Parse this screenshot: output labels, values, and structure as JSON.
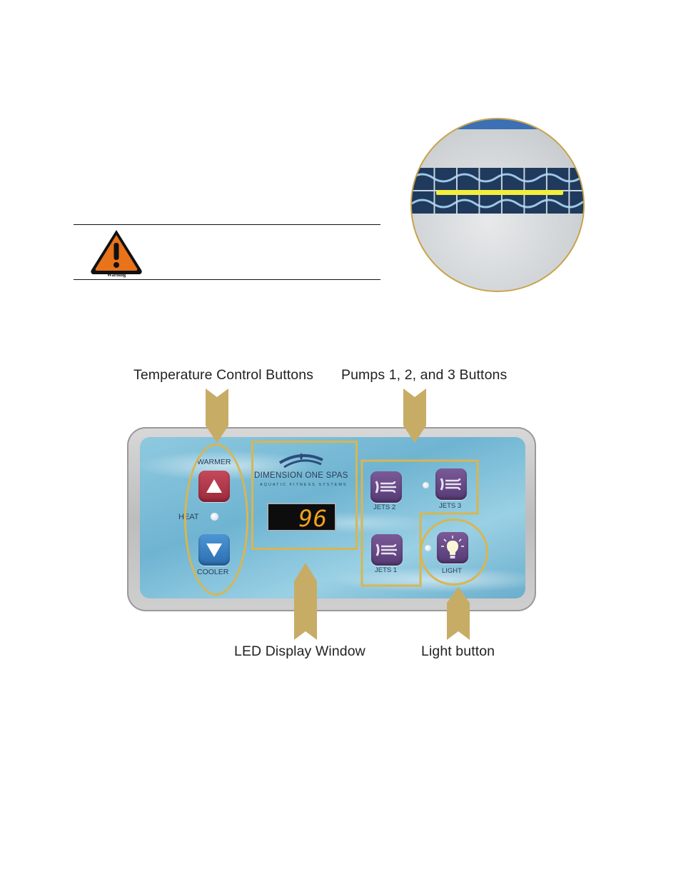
{
  "warning": {
    "caption": "Warning",
    "icon": "warning-triangle-icon",
    "color": "#e8731a"
  },
  "labels": {
    "temperature": "Temperature Control Buttons",
    "pumps": "Pumps 1, 2, and 3 Buttons",
    "led_display": "LED Display Window",
    "light_button": "Light button"
  },
  "panel": {
    "brand": "DIMENSION ONE SPAS",
    "tagline": "AQUATIC FITNESS SYSTEMS",
    "warmer": "WARMER",
    "heat": "HEAT",
    "cooler": "COOLER",
    "display_value": "96",
    "jets2": "JETS 2",
    "jets3": "JETS 3",
    "jets1": "JETS 1",
    "light": "LIGHT"
  },
  "colors": {
    "callout_outline": "#d8b650",
    "arrow_fill": "#c7ac66",
    "waterline": "#f3ee3c",
    "display_digits": "#f2a21d"
  }
}
